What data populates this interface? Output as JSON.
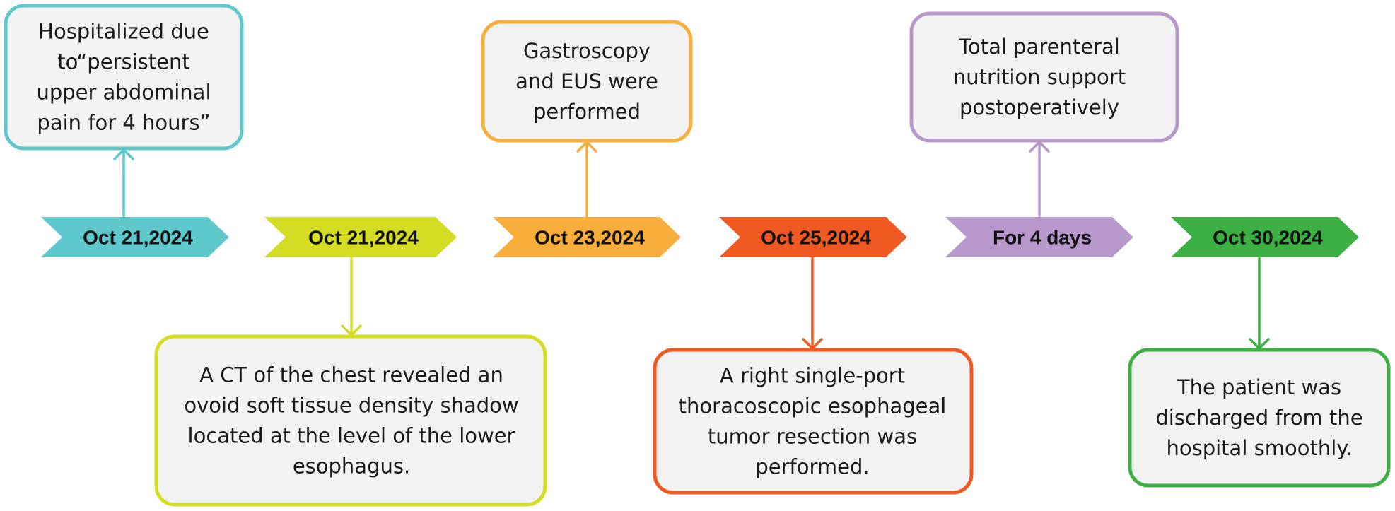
{
  "events": [
    {
      "date": "Oct 21,2024",
      "color": "#5ec8cc",
      "position": "top",
      "lines": [
        "Hospitalized due",
        "to“persistent",
        "upper abdominal",
        "pain for 4 hours”"
      ],
      "arrow_direction": "up"
    },
    {
      "date": "Oct 21,2024",
      "color": "#d4dd24",
      "position": "bottom",
      "lines": [
        "A CT of the chest revealed an",
        "ovoid soft tissue density shadow",
        "located at the level of the lower",
        "esophagus."
      ],
      "arrow_direction": "down"
    },
    {
      "date": "Oct 23,2024",
      "color": "#f9ad3a",
      "position": "top",
      "lines": [
        "Gastroscopy",
        "and EUS were",
        "performed"
      ],
      "arrow_direction": "up"
    },
    {
      "date": "Oct 25,2024",
      "color": "#f05a22",
      "position": "bottom",
      "lines": [
        "A right single-port",
        "thoracoscopic esophageal",
        "tumor resection was",
        "performed."
      ],
      "arrow_direction": "down"
    },
    {
      "date": "For 4 days",
      "color": "#b898cb",
      "position": "top",
      "lines": [
        "Total parenteral",
        "nutrition support",
        "postoperatively"
      ],
      "arrow_direction": "up"
    },
    {
      "date": "Oct 30,2024",
      "color": "#3cb043",
      "position": "bottom",
      "lines": [
        "The patient was",
        "discharged from the",
        "hospital smoothly."
      ],
      "arrow_direction": "down"
    }
  ]
}
